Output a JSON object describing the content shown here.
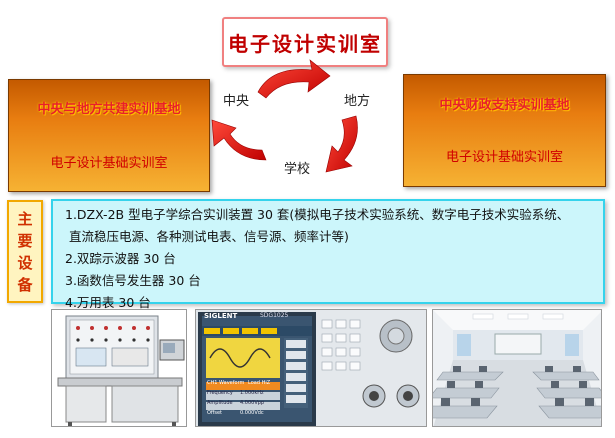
{
  "title": "电子设计实训室",
  "left_box": {
    "title": "中央与地方共建实训基地",
    "subtitle": "电子设计基础实训室"
  },
  "right_box": {
    "title": "中央财政支持实训基地",
    "subtitle": "电子设计基础实训室"
  },
  "cycle_labels": {
    "central": "中央",
    "local": "地方",
    "school": "学校"
  },
  "equipment": {
    "label_chars": [
      "主",
      "要",
      "设",
      "备"
    ],
    "items": [
      "1.DZX-2B 型电子学综合实训装置 30 套(模拟电子技术实验系统、数字电子技术实验系统、",
      "直流稳压电源、各种测试电表、信号源、频率计等)",
      "2.双踪示波器 30 台",
      "3.函数信号发生器 30 台",
      "4.万用表 30 台"
    ]
  },
  "photos": {
    "generator_brand": "SIGLENT",
    "generator_model": "SDG1025",
    "generator_wave": "CH1 Waveform",
    "generator_load": "Load HiZ",
    "generator_freq_label": "Frequency",
    "generator_freq_value": "1.000kHz",
    "generator_ampl_label": "Amplitude",
    "generator_ampl_value": "4.000Vpp",
    "generator_offset_label": "Offset",
    "generator_offset_value": "0.000Vdc"
  },
  "colors": {
    "title_text": "#c00000",
    "box_gradient_top": "#c45a00",
    "box_gradient_bottom": "#f6b233",
    "arrow_red": "#e61e1e",
    "list_bg": "#ccf6fb",
    "list_border": "#35d3ec"
  }
}
